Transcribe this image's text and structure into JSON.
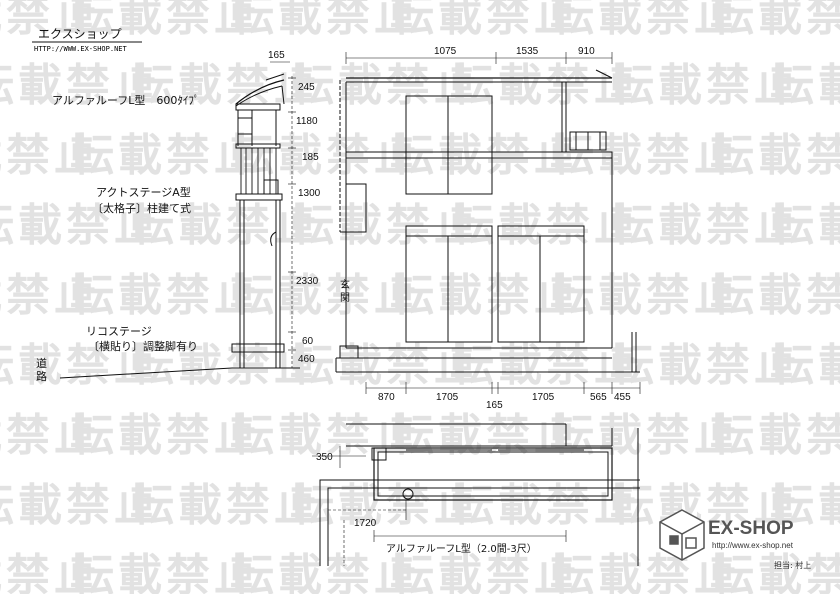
{
  "header": {
    "shop_name": "エクスショップ",
    "url": "HTTP://WWW.EX-SHOP.NET"
  },
  "watermark": {
    "text": "転載禁止"
  },
  "labels": {
    "roof_product": "アルファルーフL型　600ﾀｲﾌﾟ",
    "deck_product_line1": "アクトステージA型",
    "deck_product_line2": "〔太格子〕柱建て式",
    "step_product_line1": "リコステージ",
    "step_product_line2": "〔横貼り〕調整脚有り",
    "road_char1": "道",
    "road_char2": "路",
    "entrance_char1": "玄",
    "entrance_char2": "関",
    "plan_product": "アルファルーフL型（2.0間-3尺）"
  },
  "dimensions": {
    "side_top": "165",
    "side_vertical": [
      "245",
      "1180",
      "185",
      "1300",
      "2330",
      "60",
      "460"
    ],
    "front_top": [
      "1075",
      "1535",
      "910"
    ],
    "front_bottom": [
      "870",
      "1705",
      "165",
      "1705",
      "565",
      "455"
    ],
    "plan_left": "350",
    "plan_bottom": "1720"
  },
  "logo": {
    "brand": "EX-SHOP",
    "url": "http://www.ex-shop.net",
    "staff": "担当: 村上"
  }
}
